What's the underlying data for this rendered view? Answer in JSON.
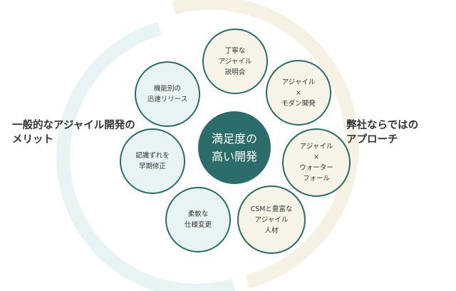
{
  "colors": {
    "left_ring": "#e8f4f3",
    "right_ring": "#f5f2e4",
    "node_border": "#2a6c69",
    "center_fill": "#2b6d6a",
    "light_node_fill": "#e8f4f3",
    "cream_node_fill": "#f6f3e7",
    "text": "#333333"
  },
  "left_label": [
    "一般的なアジャイル開発の",
    "メリット"
  ],
  "right_label": [
    "弊社ならではの",
    "アプローチ"
  ],
  "center": [
    "満足度の",
    "高い開発"
  ],
  "left_nodes": [
    {
      "lines": [
        "機能別の",
        "迅速リリース"
      ]
    },
    {
      "lines": [
        "認識ずれを",
        "早期修正"
      ]
    },
    {
      "lines": [
        "柔軟な",
        "仕様変更"
      ]
    }
  ],
  "right_nodes": [
    {
      "lines": [
        "丁寧な",
        "アジャイル",
        "説明会"
      ]
    },
    {
      "lines": [
        "アジャイル",
        "×",
        "モダン開発"
      ]
    },
    {
      "lines": [
        "アジャイル",
        "×",
        "ウォーター",
        "フォール"
      ]
    },
    {
      "lines": [
        "CSMと豊富な",
        "アジャイル",
        "人材"
      ]
    }
  ]
}
